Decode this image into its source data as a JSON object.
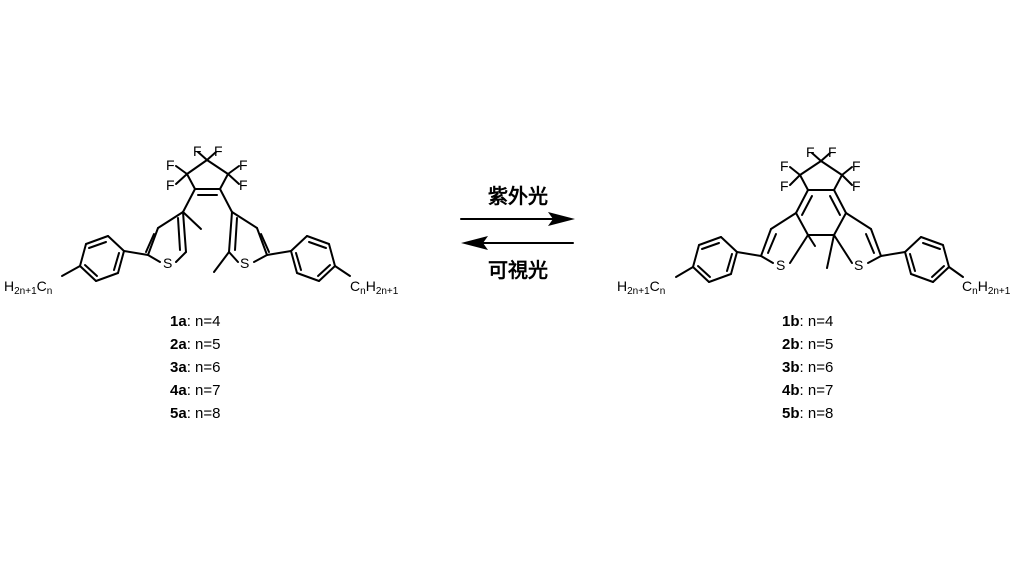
{
  "reaction": {
    "forward_label": "紫外光",
    "reverse_label": "可視光"
  },
  "left_molecule": {
    "atoms": {
      "fluorine": "F",
      "sulfur": "S",
      "chain_left_H": "H",
      "chain_left_sub1": "2n+1",
      "chain_left_C": "C",
      "chain_left_sub2": "n",
      "chain_right_C": "C",
      "chain_right_sub1": "n",
      "chain_right_H": "H",
      "chain_right_sub2": "2n+1"
    },
    "compounds": [
      {
        "id": "1a",
        "label": ": n=4"
      },
      {
        "id": "2a",
        "label": ": n=5"
      },
      {
        "id": "3a",
        "label": ": n=6"
      },
      {
        "id": "4a",
        "label": ": n=7"
      },
      {
        "id": "5a",
        "label": ": n=8"
      }
    ]
  },
  "right_molecule": {
    "atoms": {
      "fluorine": "F",
      "sulfur": "S",
      "chain_left_H": "H",
      "chain_left_sub1": "2n+1",
      "chain_left_C": "C",
      "chain_left_sub2": "n",
      "chain_right_C": "C",
      "chain_right_sub1": "n",
      "chain_right_H": "H",
      "chain_right_sub2": "2n+1"
    },
    "compounds": [
      {
        "id": "1b",
        "label": ": n=4"
      },
      {
        "id": "2b",
        "label": ": n=5"
      },
      {
        "id": "3b",
        "label": ": n=6"
      },
      {
        "id": "4b",
        "label": ": n=7"
      },
      {
        "id": "5b",
        "label": ": n=8"
      }
    ]
  }
}
